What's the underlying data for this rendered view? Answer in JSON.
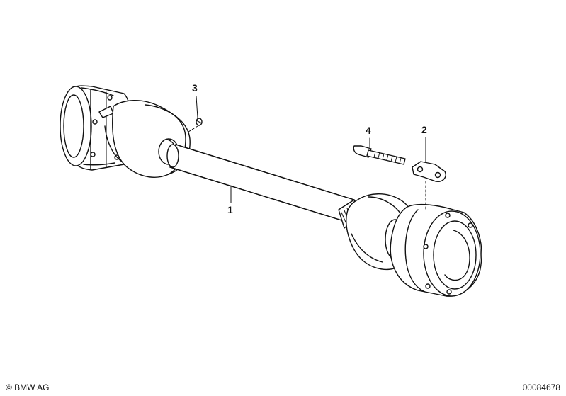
{
  "callouts": {
    "part_1": "1",
    "part_2": "2",
    "part_3": "3",
    "part_4": "4"
  },
  "footer": {
    "copyright": "© BMW AG",
    "diagram_number": "00084678"
  },
  "colors": {
    "line": "#111111",
    "background": "#ffffff"
  }
}
